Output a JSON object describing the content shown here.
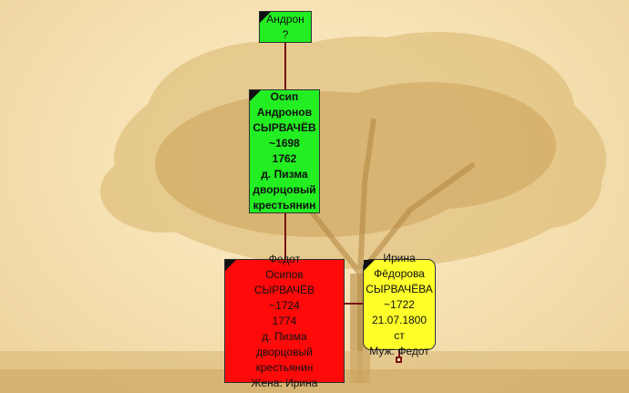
{
  "persons": {
    "andron": {
      "lines": [
        "Андрон",
        "?"
      ],
      "color": "#22ee22"
    },
    "osip": {
      "lines": [
        "Осип",
        "Андронов",
        "СЫРВАЧЁВ",
        "~1698",
        "1762",
        "д. Пизма",
        "дворцовый",
        "крестьянин"
      ],
      "color": "#22ee22"
    },
    "fedot": {
      "lines": [
        "Федот",
        "Осипов",
        "СЫРВАЧЁВ",
        "~1724",
        "1774",
        "д. Пизма",
        "дворцовый крестьянин",
        "Жена: Ирина"
      ],
      "color": "#ff0a0a"
    },
    "irina": {
      "lines": [
        "Ирина",
        "Фёдорова",
        "СЫРВАЧЁВА",
        "~1722",
        "21.07.1800 ст",
        "Муж: Федот"
      ],
      "color": "#ffff2a"
    }
  },
  "colors": {
    "connector": "#7a1212",
    "background": "#f6e2b4"
  }
}
